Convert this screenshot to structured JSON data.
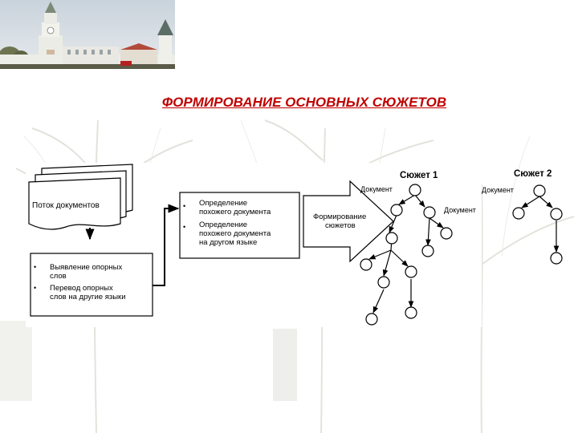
{
  "slide_title": "ФОРМИРОВАНИЕ ОСНОВНЫХ СЮЖЕТОВ",
  "diagram": {
    "stream_label": "Поток документов",
    "middle_box": {
      "items": [
        "Определение похожего документа",
        "Определение похожего документа на другом языке"
      ]
    },
    "bottom_box": {
      "items": [
        "Выявление опорных слов",
        "Перевод опорных слов на другие языки"
      ]
    },
    "arrow_label": "Формирование сюжетов",
    "story1_title": "Сюжет 1",
    "story2_title": "Сюжет 2",
    "doc_label_1": "Документ",
    "doc_label_2": "Документ",
    "doc_label_3": "Документ"
  },
  "colors": {
    "title": "#c00000",
    "lines": "#000000",
    "background_trees": "#d9d9d2"
  },
  "icons": [
    "kremlin-photo",
    "bullet-icon"
  ]
}
